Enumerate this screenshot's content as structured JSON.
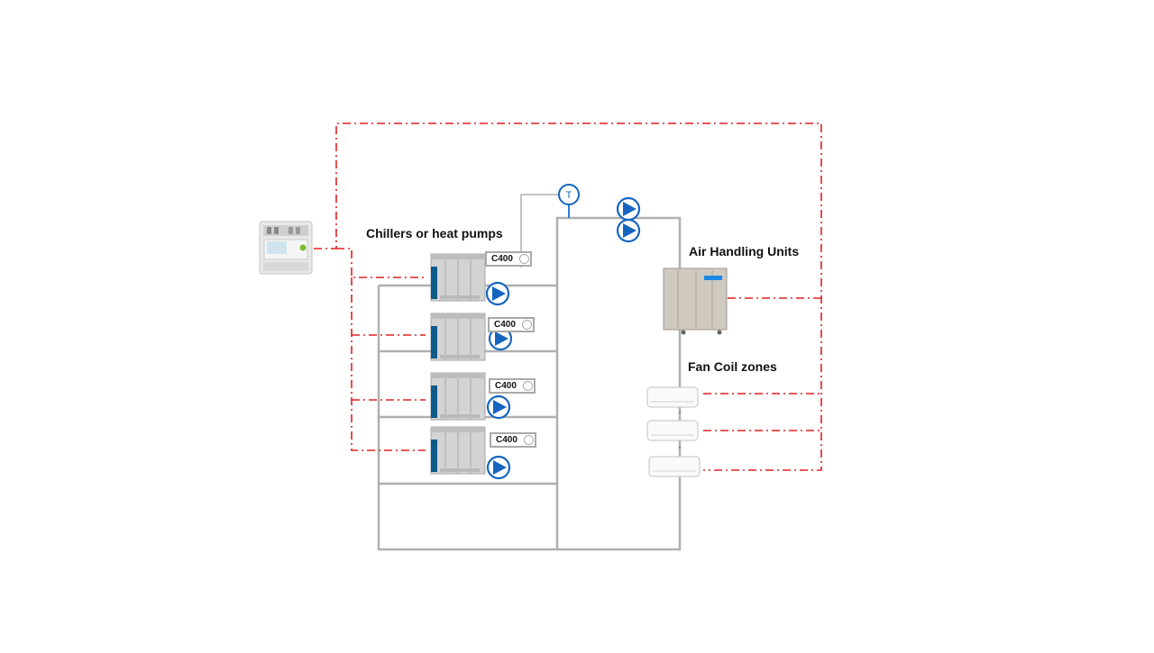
{
  "labels": {
    "chillers": "Chillers or heat pumps",
    "ahu": "Air Handling Units",
    "fancoil": "Fan Coil zones",
    "tag": "C400",
    "temp_sensor": "T"
  },
  "colors": {
    "pipe": "#b0b0b0",
    "control_line": "#e02020",
    "pump": "#1565c0",
    "device_body": "#d3d3d3",
    "device_accent": "#0e5a8a"
  },
  "counts": {
    "chillers": 4,
    "fan_coils": 3
  }
}
